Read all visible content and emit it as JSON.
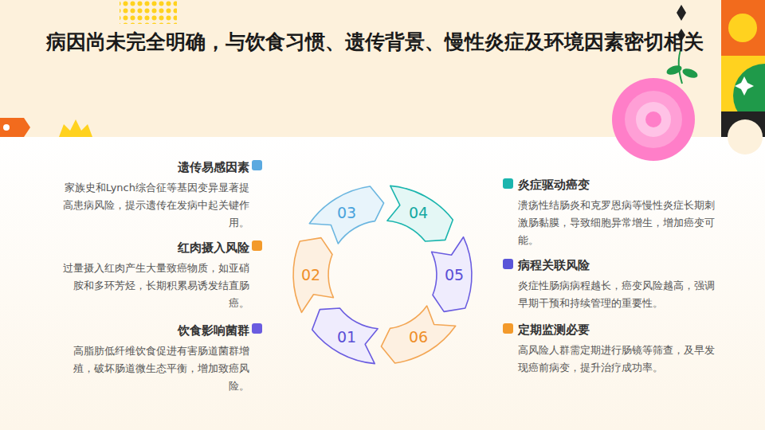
{
  "diagram": {
    "title": "病因尚未完全明确，与饮食习惯、遗传背景、慢性炎症及环境因素密切相关",
    "nodes": [
      {
        "text": [
          "遗传易感因素",
          "家族史和Lynch综合征等基因变异显著提高患病风险，提示遗传在发病中起关键作用。"
        ]
      },
      {
        "text": [
          "03"
        ]
      },
      {
        "text": [
          "04"
        ]
      },
      {
        "text": [
          "炎症驱动癌变",
          "溃疡性结肠炎和克罗恩病等慢性炎症长期刺激肠黏膜，导致细胞异常增生，增加癌变可能。"
        ]
      },
      {
        "text": [
          "红肉摄入风险",
          "过量摄入红肉产生大量致癌物质，如亚硝胺和多环芳烃，长期积累易诱发结直肠癌。"
        ]
      },
      {
        "text": [
          "02"
        ]
      },
      {
        "text": [
          "05"
        ]
      },
      {
        "text": [
          "病程关联风险",
          "炎症性肠病病程越长，癌变风险越高，强调早期干预和持续管理的重要性。"
        ]
      },
      {
        "text": [
          "饮食影响菌群",
          "高脂肪低纤维饮食促进有害肠道菌群增殖，破坏肠道微生态平衡，增加致癌风险。"
        ]
      },
      {
        "text": [
          "01"
        ]
      },
      {
        "text": [
          "06"
        ]
      },
      {
        "text": [
          "定期监测必要",
          "高风险人群需定期进行肠镜等筛查，及早发现癌前病变，提升治疗成功率。"
        ]
      }
    ]
  }
}
